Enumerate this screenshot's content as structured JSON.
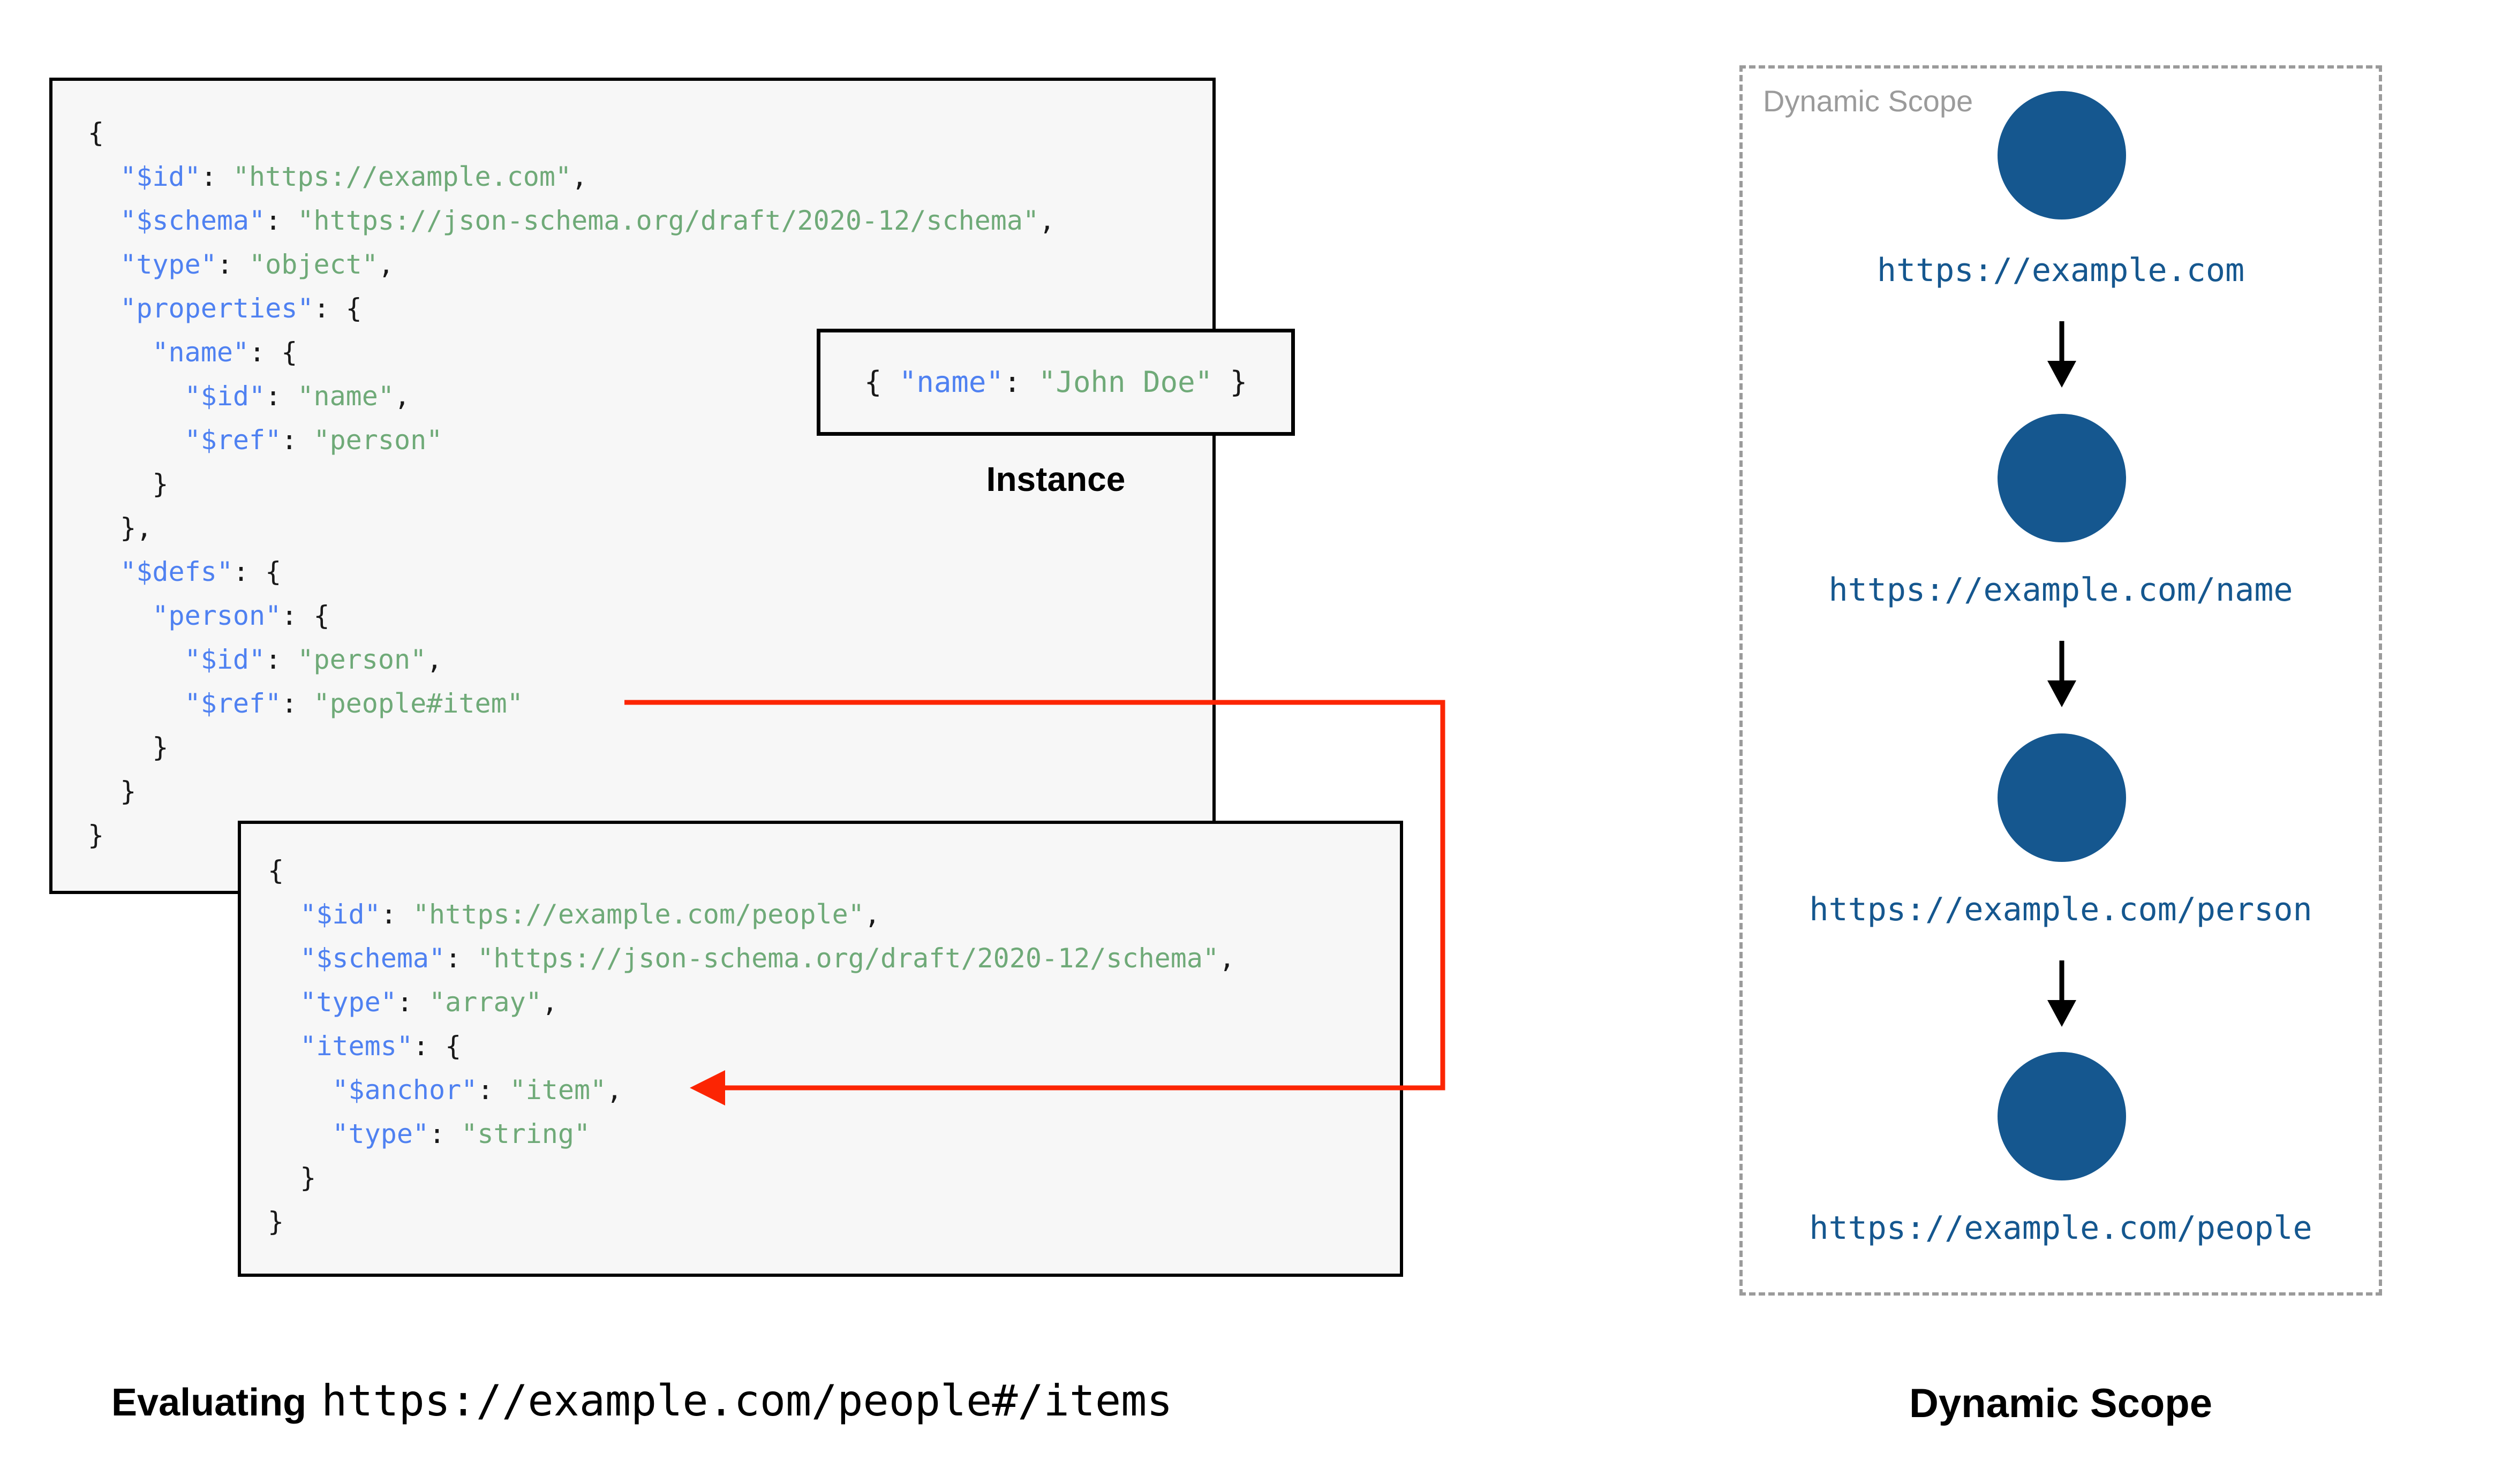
{
  "schema_root": {
    "lines": [
      [
        [
          "p",
          "{"
        ]
      ],
      [
        [
          "p",
          "  "
        ],
        [
          "k",
          "\"$id\""
        ],
        [
          "p",
          ": "
        ],
        [
          "v",
          "\"https://example.com\""
        ],
        [
          "p",
          ","
        ]
      ],
      [
        [
          "p",
          "  "
        ],
        [
          "k",
          "\"$schema\""
        ],
        [
          "p",
          ": "
        ],
        [
          "v",
          "\"https://json-schema.org/draft/2020-12/schema\""
        ],
        [
          "p",
          ","
        ]
      ],
      [
        [
          "p",
          "  "
        ],
        [
          "k",
          "\"type\""
        ],
        [
          "p",
          ": "
        ],
        [
          "v",
          "\"object\""
        ],
        [
          "p",
          ","
        ]
      ],
      [
        [
          "p",
          "  "
        ],
        [
          "k",
          "\"properties\""
        ],
        [
          "p",
          ": {"
        ]
      ],
      [
        [
          "p",
          "    "
        ],
        [
          "k",
          "\"name\""
        ],
        [
          "p",
          ": {"
        ]
      ],
      [
        [
          "p",
          "      "
        ],
        [
          "k",
          "\"$id\""
        ],
        [
          "p",
          ": "
        ],
        [
          "v",
          "\"name\""
        ],
        [
          "p",
          ","
        ]
      ],
      [
        [
          "p",
          "      "
        ],
        [
          "k",
          "\"$ref\""
        ],
        [
          "p",
          ": "
        ],
        [
          "v",
          "\"person\""
        ]
      ],
      [
        [
          "p",
          "    }"
        ]
      ],
      [
        [
          "p",
          "  },"
        ]
      ],
      [
        [
          "p",
          "  "
        ],
        [
          "k",
          "\"$defs\""
        ],
        [
          "p",
          ": {"
        ]
      ],
      [
        [
          "p",
          "    "
        ],
        [
          "k",
          "\"person\""
        ],
        [
          "p",
          ": {"
        ]
      ],
      [
        [
          "p",
          "      "
        ],
        [
          "k",
          "\"$id\""
        ],
        [
          "p",
          ": "
        ],
        [
          "v",
          "\"person\""
        ],
        [
          "p",
          ","
        ]
      ],
      [
        [
          "p",
          "      "
        ],
        [
          "k",
          "\"$ref\""
        ],
        [
          "p",
          ": "
        ],
        [
          "v",
          "\"people#item\""
        ]
      ],
      [
        [
          "p",
          "    }"
        ]
      ],
      [
        [
          "p",
          "  }"
        ]
      ],
      [
        [
          "p",
          "}"
        ]
      ]
    ]
  },
  "schema_people": {
    "lines": [
      [
        [
          "p",
          "{"
        ]
      ],
      [
        [
          "p",
          "  "
        ],
        [
          "k",
          "\"$id\""
        ],
        [
          "p",
          ": "
        ],
        [
          "v",
          "\"https://example.com/people\""
        ],
        [
          "p",
          ","
        ]
      ],
      [
        [
          "p",
          "  "
        ],
        [
          "k",
          "\"$schema\""
        ],
        [
          "p",
          ": "
        ],
        [
          "v",
          "\"https://json-schema.org/draft/2020-12/schema\""
        ],
        [
          "p",
          ","
        ]
      ],
      [
        [
          "p",
          "  "
        ],
        [
          "k",
          "\"type\""
        ],
        [
          "p",
          ": "
        ],
        [
          "v",
          "\"array\""
        ],
        [
          "p",
          ","
        ]
      ],
      [
        [
          "p",
          "  "
        ],
        [
          "k",
          "\"items\""
        ],
        [
          "p",
          ": {"
        ]
      ],
      [
        [
          "p",
          "    "
        ],
        [
          "k",
          "\"$anchor\""
        ],
        [
          "p",
          ": "
        ],
        [
          "v",
          "\"item\""
        ],
        [
          "p",
          ","
        ]
      ],
      [
        [
          "p",
          "    "
        ],
        [
          "k",
          "\"type\""
        ],
        [
          "p",
          ": "
        ],
        [
          "v",
          "\"string\""
        ]
      ],
      [
        [
          "p",
          "  }"
        ]
      ],
      [
        [
          "p",
          "}"
        ]
      ]
    ]
  },
  "instance": {
    "label": "Instance",
    "tokens": [
      [
        [
          "p",
          "{ "
        ],
        [
          "k",
          "\"name\""
        ],
        [
          "p",
          ": "
        ],
        [
          "v",
          "\"John Doe\""
        ],
        [
          "p",
          " }"
        ]
      ]
    ]
  },
  "scope": {
    "panel_label": "Dynamic Scope",
    "nodes": [
      "https://example.com",
      "https://example.com/name",
      "https://example.com/person",
      "https://example.com/people"
    ]
  },
  "captions": {
    "evaluating_label": "Evaluating",
    "evaluating_uri": "https://example.com/people#/items",
    "dynamic_scope": "Dynamic Scope"
  },
  "colors": {
    "key_blue": "#4f81f1",
    "string_green": "#6faa78",
    "node_blue": "#15578f",
    "connector_red": "#fc2503",
    "panel_gray": "#9b9b9b",
    "block_background": "#f7f7f7"
  }
}
